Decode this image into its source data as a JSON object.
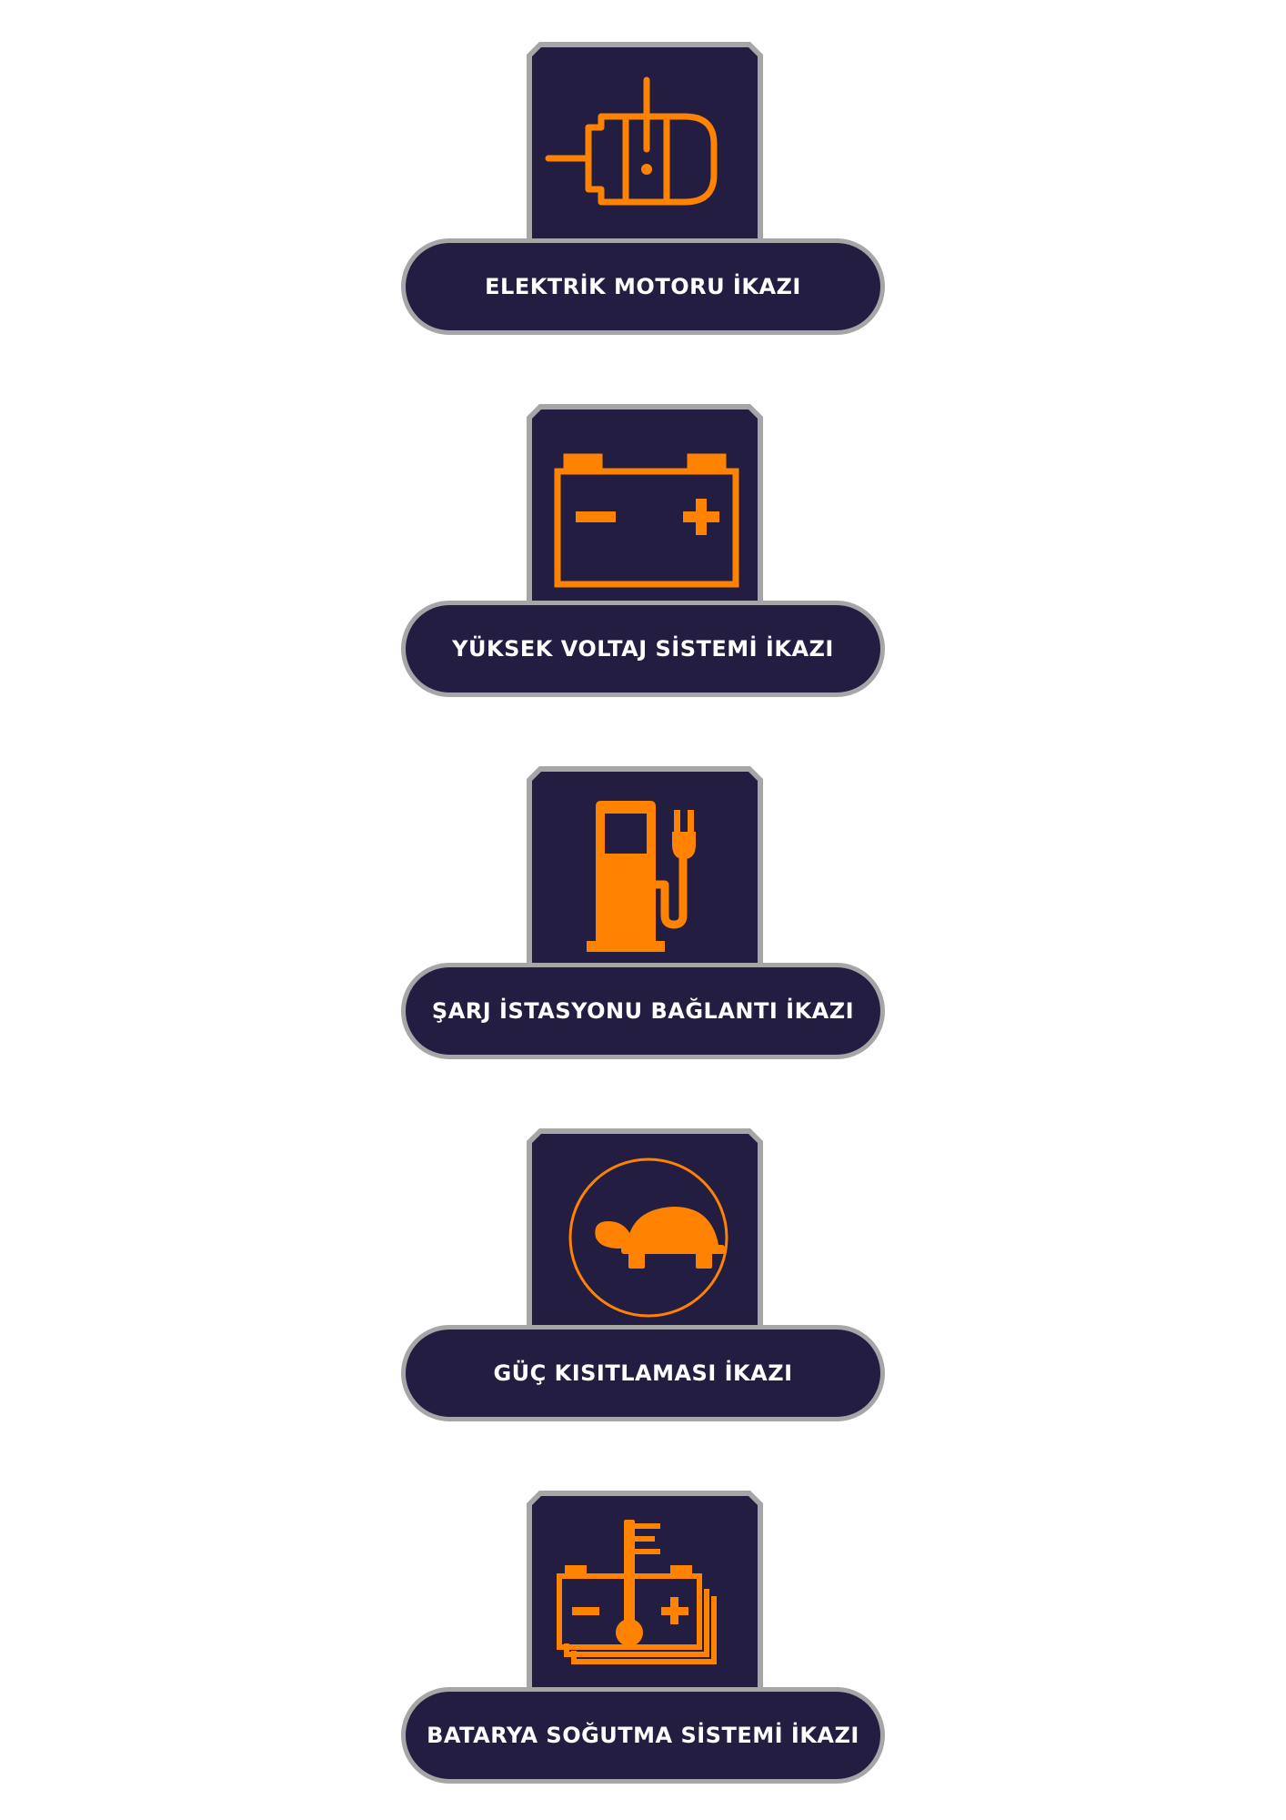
{
  "colors": {
    "tile_background": "#221d41",
    "border": "#a6a6a8",
    "icon": "#ff8200",
    "label_text": "#ffffff",
    "page_background": "#ffffff"
  },
  "warnings": [
    {
      "label": "ELEKTRİK MOTORU İKAZI",
      "icon": "electric-motor-warning-icon"
    },
    {
      "label": "YÜKSEK VOLTAJ SİSTEMİ İKAZI",
      "icon": "battery-icon"
    },
    {
      "label": "ŞARJ İSTASYONU BAĞLANTI İKAZI",
      "icon": "charging-station-icon"
    },
    {
      "label": "GÜÇ KISITLAMASI İKAZI",
      "icon": "turtle-icon"
    },
    {
      "label": "BATARYA SOĞUTMA SİSTEMİ İKAZI",
      "icon": "battery-cooling-icon"
    }
  ]
}
